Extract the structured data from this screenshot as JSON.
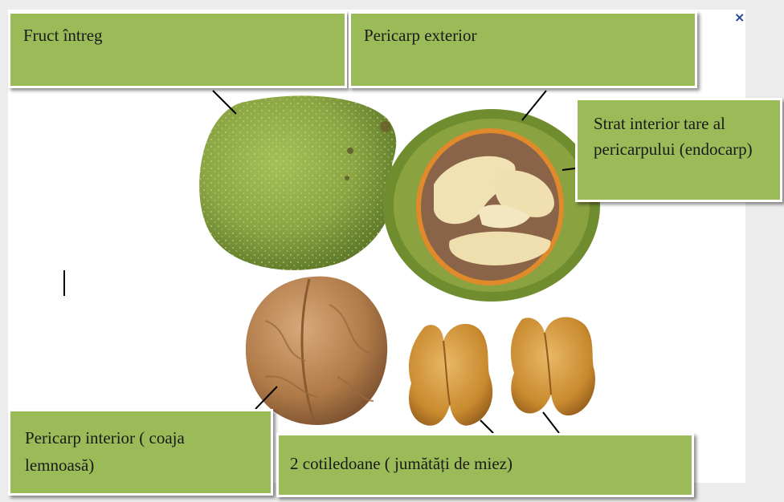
{
  "labels": {
    "whole_fruit": "Fruct întreg",
    "outer_pericarp": "Pericarp exterior",
    "endocarp": "Strat interior tare al pericarpului (endocarp)",
    "inner_pericarp": "Pericarp interior ( coaja lemnoasă)",
    "cotyledons": "2 cotiledoane ( jumătăți de miez)"
  },
  "close_glyph": "×",
  "colors": {
    "label_bg": "#9bbb59",
    "husk_green": "#8fa843",
    "shell_brown": "#b07a48",
    "kernel_cream": "#f1e2b3",
    "kernel_gold": "#c98a2e"
  }
}
